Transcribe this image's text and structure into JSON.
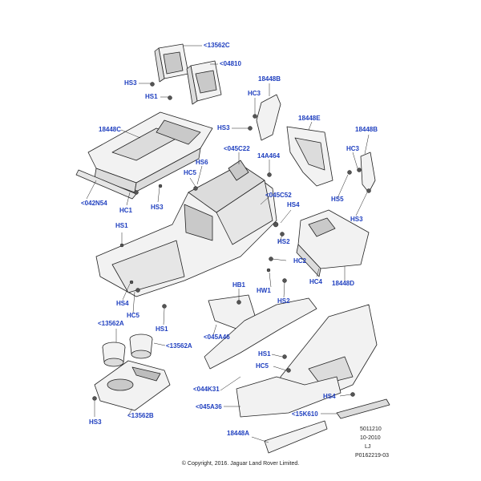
{
  "callouts": {
    "c13562C": "<13562C",
    "c04810": "<04810",
    "hs3_top": "HS3",
    "hs1_top": "HS1",
    "c18448B_mid": "18448B",
    "hc3_mid": "HC3",
    "c18448C": "18448C",
    "hs3_mid": "HS3",
    "c18448E": "18448E",
    "c18448B_right": "18448B",
    "c045C22": "<045C22",
    "c14A464": "14A464",
    "hc3_right": "HC3",
    "hs6": "HS6",
    "hc5_upper": "HC5",
    "c045C52": "<045C52",
    "hs5_right": "HS5",
    "c042N54": "<042N54",
    "hc1": "HC1",
    "hs3_left": "HS3",
    "hs4_mid": "HS4",
    "hs3_right": "HS3",
    "hs1_left": "HS1",
    "hs2_upper": "HS2",
    "hc2": "HC2",
    "hc4": "HC4",
    "c18448D": "18448D",
    "hb1": "HB1",
    "hw1": "HW1",
    "hs2_lower": "HS2",
    "hc5_left": "HC5",
    "hs4_left": "HS4",
    "hs1_bottom": "HS1",
    "c13562A_left": "<13562A",
    "c045A46": "<045A46",
    "c13562A_right": "<13562A",
    "hs1_lower": "HS1",
    "hc5_lower": "HC5",
    "c044K31": "<044K31",
    "hs4_bottom": "HS4",
    "c045A36": "<045A36",
    "c15K610": "<15K610",
    "hs3_bottom": "HS3",
    "c13562B": "<13562B",
    "c18448A": "18448A"
  },
  "meta": {
    "ref_number": "5011210",
    "date": "10-2010",
    "initials": "LJ",
    "illustration_id": "P0162219-03",
    "copyright": "© Copyright, 2016. Jaguar Land Rover Limited."
  },
  "colors": {
    "callout": "#1f3fbf",
    "line": "#222222",
    "part_fill": "#f2f2f2",
    "shade": "#c9c9c9"
  }
}
